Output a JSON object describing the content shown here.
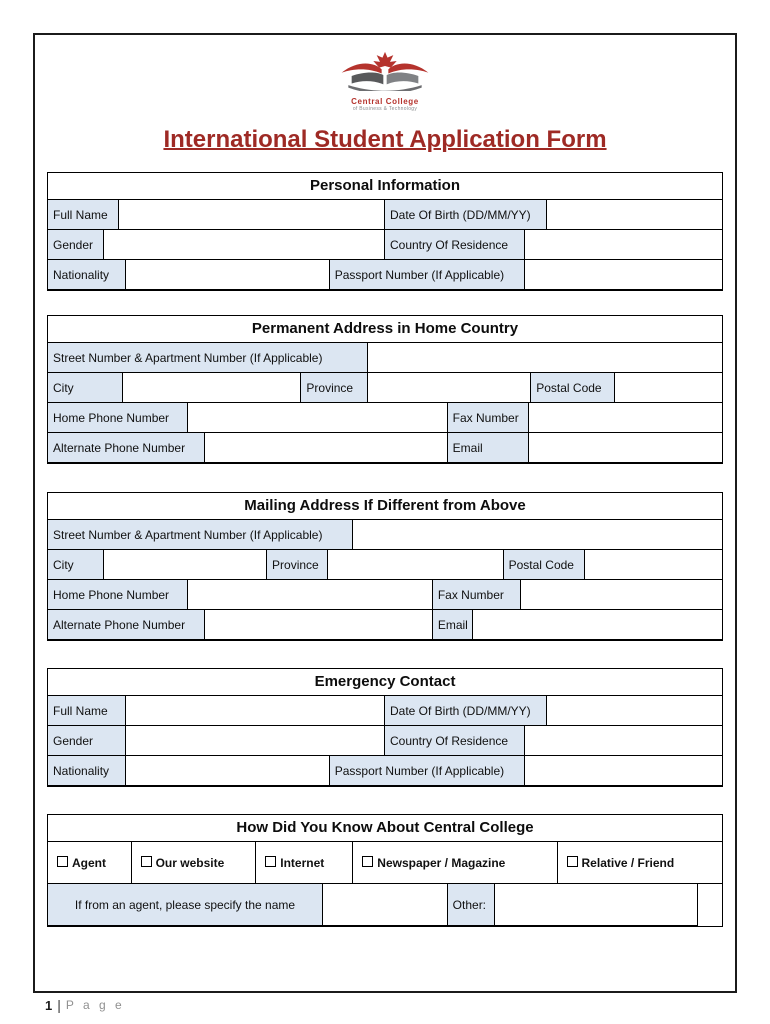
{
  "page": {
    "title": "International Student Application Form",
    "footer": {
      "page_number": "1",
      "separator": "|",
      "label": "P a g e"
    },
    "colors": {
      "title_red": "#9e2a25",
      "label_cell_blue": "#dce6f2",
      "table_border": "#000000",
      "logo_red": "#b5332d",
      "logo_gray": "#8a8d90"
    }
  },
  "logo": {
    "icon": "maple-leaf-open-book",
    "name": "Central College",
    "subtitle": "of Business & Technology"
  },
  "sections": [
    {
      "id": "personal-information",
      "header": "Personal Information",
      "rows": [
        {
          "h": 30,
          "cells": [
            {
              "type": "label",
              "text": "Full Name",
              "name": "personal-full-name-label",
              "w": 10.5
            },
            {
              "type": "field",
              "name": "personal-full-name-field",
              "w": 39.5
            },
            {
              "type": "label",
              "text": "Date Of Birth (DD/MM/YY)",
              "name": "personal-date-of-birth-label",
              "w": 24
            },
            {
              "type": "field",
              "name": "personal-date-of-birth-field",
              "w": 26
            }
          ]
        },
        {
          "h": 30,
          "cells": [
            {
              "type": "label",
              "text": "Gender",
              "name": "personal-gender-label",
              "w": 8.3
            },
            {
              "type": "field",
              "name": "personal-gender-field",
              "w": 41.7
            },
            {
              "type": "label",
              "text": "Country Of Residence",
              "name": "personal-country-of-residence-label",
              "w": 20.7
            },
            {
              "type": "field",
              "name": "personal-country-of-residence-field",
              "w": 29.3
            }
          ]
        },
        {
          "h": 30,
          "cells": [
            {
              "type": "label",
              "text": "Nationality",
              "name": "personal-nationality-label",
              "w": 11.5
            },
            {
              "type": "field",
              "name": "personal-nationality-field",
              "w": 30.3
            },
            {
              "type": "label",
              "text": "Passport Number (If Applicable)",
              "name": "personal-passport-number-label",
              "w": 28.9
            },
            {
              "type": "field",
              "name": "personal-passport-number-field",
              "w": 29.3
            }
          ]
        }
      ]
    },
    {
      "id": "permanent-address",
      "header": "Permanent Address in Home Country",
      "rows": [
        {
          "h": 30,
          "cells": [
            {
              "type": "label",
              "text": "Street Number & Apartment Number (If Applicable)",
              "name": "permanent-street-number-label",
              "w": 47.5
            },
            {
              "type": "field",
              "name": "permanent-street-number-field",
              "w": 52.5
            }
          ]
        },
        {
          "h": 30,
          "cells": [
            {
              "type": "label",
              "text": "City",
              "name": "permanent-city-label",
              "w": 11.2
            },
            {
              "type": "field",
              "name": "permanent-city-field",
              "w": 26.4
            },
            {
              "type": "label",
              "text": "Province",
              "name": "permanent-province-label",
              "w": 9.9
            },
            {
              "type": "field",
              "name": "permanent-province-field",
              "w": 24.2
            },
            {
              "type": "label",
              "text": "Postal Code",
              "name": "permanent-postal-code-label",
              "w": 12.5
            },
            {
              "type": "field",
              "name": "permanent-postal-code-field",
              "w": 15.8
            }
          ]
        },
        {
          "h": 30,
          "cells": [
            {
              "type": "label",
              "text": "Home Phone Number",
              "name": "permanent-home-phone-label",
              "w": 20.7
            },
            {
              "type": "field",
              "name": "permanent-home-phone-field",
              "w": 38.6
            },
            {
              "type": "label",
              "text": "Fax Number",
              "name": "permanent-fax-number-label",
              "w": 12.1
            },
            {
              "type": "field",
              "name": "permanent-fax-number-field",
              "w": 28.6
            }
          ]
        },
        {
          "h": 30,
          "cells": [
            {
              "type": "label",
              "text": "Alternate Phone Number",
              "name": "permanent-alternate-phone-label",
              "w": 23.3
            },
            {
              "type": "field",
              "name": "permanent-alternate-phone-field",
              "w": 36.0
            },
            {
              "type": "label",
              "text": "Email",
              "name": "permanent-email-label",
              "w": 12.1
            },
            {
              "type": "field",
              "name": "permanent-email-field",
              "w": 28.6
            }
          ]
        }
      ]
    },
    {
      "id": "mailing-address",
      "header": "Mailing Address If Different from Above",
      "rows": [
        {
          "h": 30,
          "cells": [
            {
              "type": "label",
              "text": "Street Number & Apartment Number (If Applicable)",
              "name": "mailing-street-number-label",
              "w": 45.3
            },
            {
              "type": "field",
              "name": "mailing-street-number-field",
              "w": 54.7
            }
          ]
        },
        {
          "h": 30,
          "cells": [
            {
              "type": "label",
              "text": "City",
              "name": "mailing-city-label",
              "w": 8.3
            },
            {
              "type": "field",
              "name": "mailing-city-field",
              "w": 24.2
            },
            {
              "type": "label",
              "text": "Province",
              "name": "mailing-province-label",
              "w": 9.0
            },
            {
              "type": "field",
              "name": "mailing-province-field",
              "w": 26.1
            },
            {
              "type": "label",
              "text": "Postal Code",
              "name": "mailing-postal-code-label",
              "w": 12.1
            },
            {
              "type": "field",
              "name": "mailing-postal-code-field",
              "w": 20.3
            }
          ]
        },
        {
          "h": 30,
          "cells": [
            {
              "type": "label",
              "text": "Home Phone Number",
              "name": "mailing-home-phone-label",
              "w": 20.7
            },
            {
              "type": "field",
              "name": "mailing-home-phone-field",
              "w": 36.4
            },
            {
              "type": "label",
              "text": "Fax Number",
              "name": "mailing-fax-number-label",
              "w": 13.1
            },
            {
              "type": "field",
              "name": "mailing-fax-number-field",
              "w": 29.8
            }
          ]
        },
        {
          "h": 30,
          "cells": [
            {
              "type": "label",
              "text": "Alternate Phone Number",
              "name": "mailing-alternate-phone-label",
              "w": 23.3
            },
            {
              "type": "field",
              "name": "mailing-alternate-phone-field",
              "w": 33.8
            },
            {
              "type": "label",
              "text": "Email",
              "name": "mailing-email-label",
              "w": 6.0
            },
            {
              "type": "field",
              "name": "mailing-email-field",
              "w": 36.9
            }
          ]
        }
      ]
    },
    {
      "id": "emergency-contact",
      "header": "Emergency Contact",
      "rows": [
        {
          "h": 30,
          "cells": [
            {
              "type": "label",
              "text": "Full Name",
              "name": "emergency-full-name-label",
              "w": 11.5
            },
            {
              "type": "field",
              "name": "emergency-full-name-field",
              "w": 38.5
            },
            {
              "type": "label",
              "text": "Date Of Birth (DD/MM/YY)",
              "name": "emergency-date-of-birth-label",
              "w": 24
            },
            {
              "type": "field",
              "name": "emergency-date-of-birth-field",
              "w": 26
            }
          ]
        },
        {
          "h": 30,
          "cells": [
            {
              "type": "label",
              "text": "Gender",
              "name": "emergency-gender-label",
              "w": 11.5
            },
            {
              "type": "field",
              "name": "emergency-gender-field",
              "w": 38.5
            },
            {
              "type": "label",
              "text": "Country Of Residence",
              "name": "emergency-country-of-residence-label",
              "w": 20.7
            },
            {
              "type": "field",
              "name": "emergency-country-of-residence-field",
              "w": 29.3
            }
          ]
        },
        {
          "h": 30,
          "cells": [
            {
              "type": "label",
              "text": "Nationality",
              "name": "emergency-nationality-label",
              "w": 11.5
            },
            {
              "type": "field",
              "name": "emergency-nationality-field",
              "w": 30.3
            },
            {
              "type": "label",
              "text": "Passport Number (If Applicable)",
              "name": "emergency-passport-number-label",
              "w": 28.9
            },
            {
              "type": "field",
              "name": "emergency-passport-number-field",
              "w": 29.3
            }
          ]
        }
      ]
    },
    {
      "id": "how-did-you-know",
      "header": "How Did You Know About Central College",
      "rows": [
        {
          "h": 42,
          "cells": [
            {
              "type": "checkbox",
              "text": "Agent",
              "name": "agent-option",
              "w": 12.4
            },
            {
              "type": "checkbox",
              "text": "Our website",
              "name": "our-website-option",
              "w": 18.5
            },
            {
              "type": "checkbox",
              "text": "Internet",
              "name": "internet-option",
              "w": 14.4
            },
            {
              "type": "checkbox",
              "text": "Newspaper / Magazine",
              "name": "newspaper-magazine-option",
              "w": 30.3
            },
            {
              "type": "checkbox",
              "text": "Relative / Friend",
              "name": "relative-friend-option",
              "w": 24.4
            }
          ]
        },
        {
          "h": 42,
          "cells": [
            {
              "type": "label_center",
              "text": "If from an agent, please specify the name",
              "name": "agent-name-label",
              "w": 40.8
            },
            {
              "type": "field",
              "name": "agent-name-field",
              "w": 18.5
            },
            {
              "type": "label",
              "text": "Other:",
              "name": "other-label",
              "w": 7.0
            },
            {
              "type": "field",
              "name": "other-field",
              "w": 30.2
            },
            {
              "type": "spacer",
              "name": "table-corner-spacer",
              "w": 3.1
            }
          ]
        }
      ]
    }
  ]
}
